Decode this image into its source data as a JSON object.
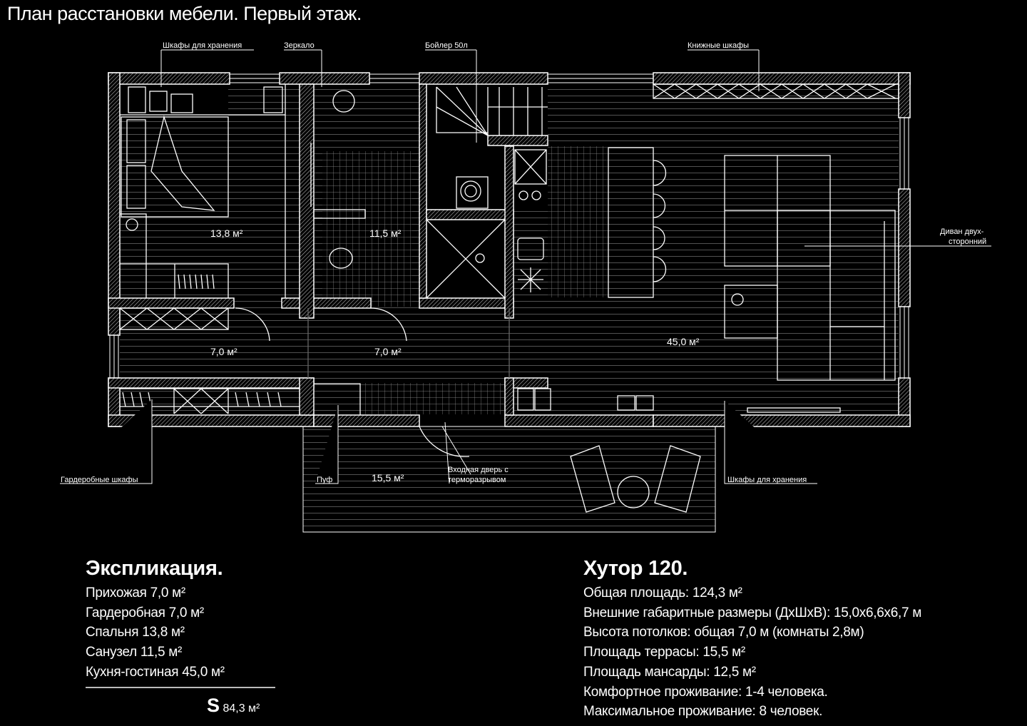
{
  "title": "План расстановки мебели. Первый этаж.",
  "callouts": {
    "storage_top": "Шкафы для хранения",
    "mirror": "Зеркало",
    "boiler": "Бойлер 50л",
    "bookcases": "Книжные шкафы",
    "sofa_line1": "Диван двух-",
    "sofa_line2": "сторонний",
    "wardrobes": "Гардеробные шкафы",
    "pouf": "Пуф",
    "door_line1": "Входная дверь с",
    "door_line2": "терморазрывом",
    "storage_bottom": "Шкафы для хранения"
  },
  "areas": {
    "bedroom": "13,8 м²",
    "bathroom": "11,5 м²",
    "wardrobe": "7,0 м²",
    "hall": "7,0 м²",
    "living": "45,0 м²",
    "terrace": "15,5 м²"
  },
  "explication": {
    "heading": "Экспликация.",
    "items": [
      "Прихожая 7,0 м²",
      "Гардеробная 7,0 м²",
      "Спальня 13,8 м²",
      "Санузел 11,5 м²",
      "Кухня-гостиная 45,0 м²"
    ],
    "total_symbol": "S",
    "total_value": "84,3 м²"
  },
  "project": {
    "heading": "Хутор 120.",
    "items": [
      "Общая площадь: 124,3 м²",
      "Внешние габаритные размеры (ДхШхВ): 15,0х6,6х6,7 м",
      "Высота потолков: общая 7,0 м  (комнаты 2,8м)",
      "Площадь террасы: 15,5 м²",
      "Площадь мансарды: 12,5 м²",
      "Комфортное проживание: 1-4 человека.",
      "Максимальное проживание: 8 человек."
    ]
  },
  "colors": {
    "background": "#000000",
    "lines": "#ffffff"
  }
}
